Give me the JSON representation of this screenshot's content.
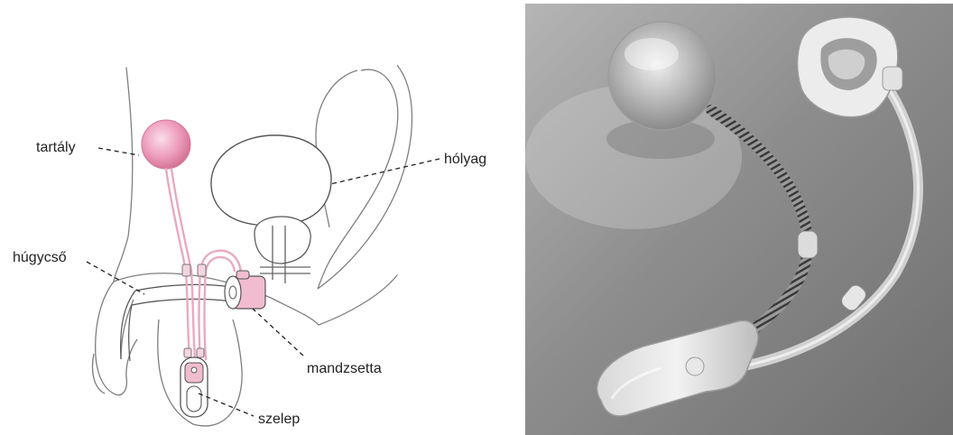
{
  "labels": {
    "reservoir": "tartály",
    "bladder": "hólyag",
    "urethra": "húgycső",
    "cuff": "mandzsetta",
    "valve": "szelep"
  },
  "colors": {
    "anatomy_outline": "#7d7d7d",
    "device_pink": "#e9a9c2",
    "device_pink_dark": "#cf7a9d",
    "reservoir_highlight": "#f7d4e2",
    "photo_background": "#8e8e8e",
    "photo_highlight": "#c9c9c9"
  },
  "icons": {
    "diagram": "artificial-urinary-sphincter-diagram",
    "photo": "artificial-urinary-sphincter-device-photo"
  }
}
